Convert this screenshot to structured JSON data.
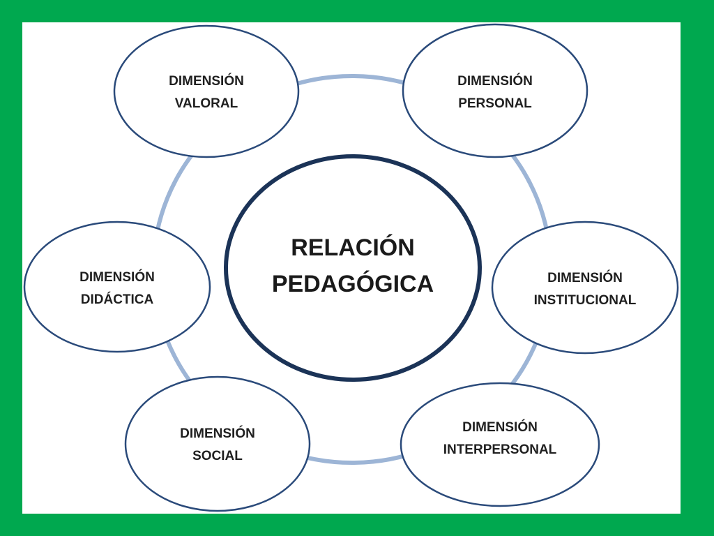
{
  "colors": {
    "frame": "#00a84f",
    "background": "#ffffff",
    "ring": "#9db5d6",
    "node_border": "#2a4a7a",
    "center_border": "#1b3357"
  },
  "center": {
    "line1": "RELACIÓN",
    "line2": "PEDAGÓGICA"
  },
  "nodes": [
    {
      "line1": "DIMENSIÓN",
      "line2": "VALORAL"
    },
    {
      "line1": "DIMENSIÓN",
      "line2": "PERSONAL"
    },
    {
      "line1": "DIMENSIÓN",
      "line2": "DIDÁCTICA"
    },
    {
      "line1": "DIMENSIÓN",
      "line2": "INSTITUCIONAL"
    },
    {
      "line1": "DIMENSIÓN",
      "line2": "SOCIAL"
    },
    {
      "line1": "DIMENSIÓN",
      "line2": "INTERPERSONAL"
    }
  ]
}
